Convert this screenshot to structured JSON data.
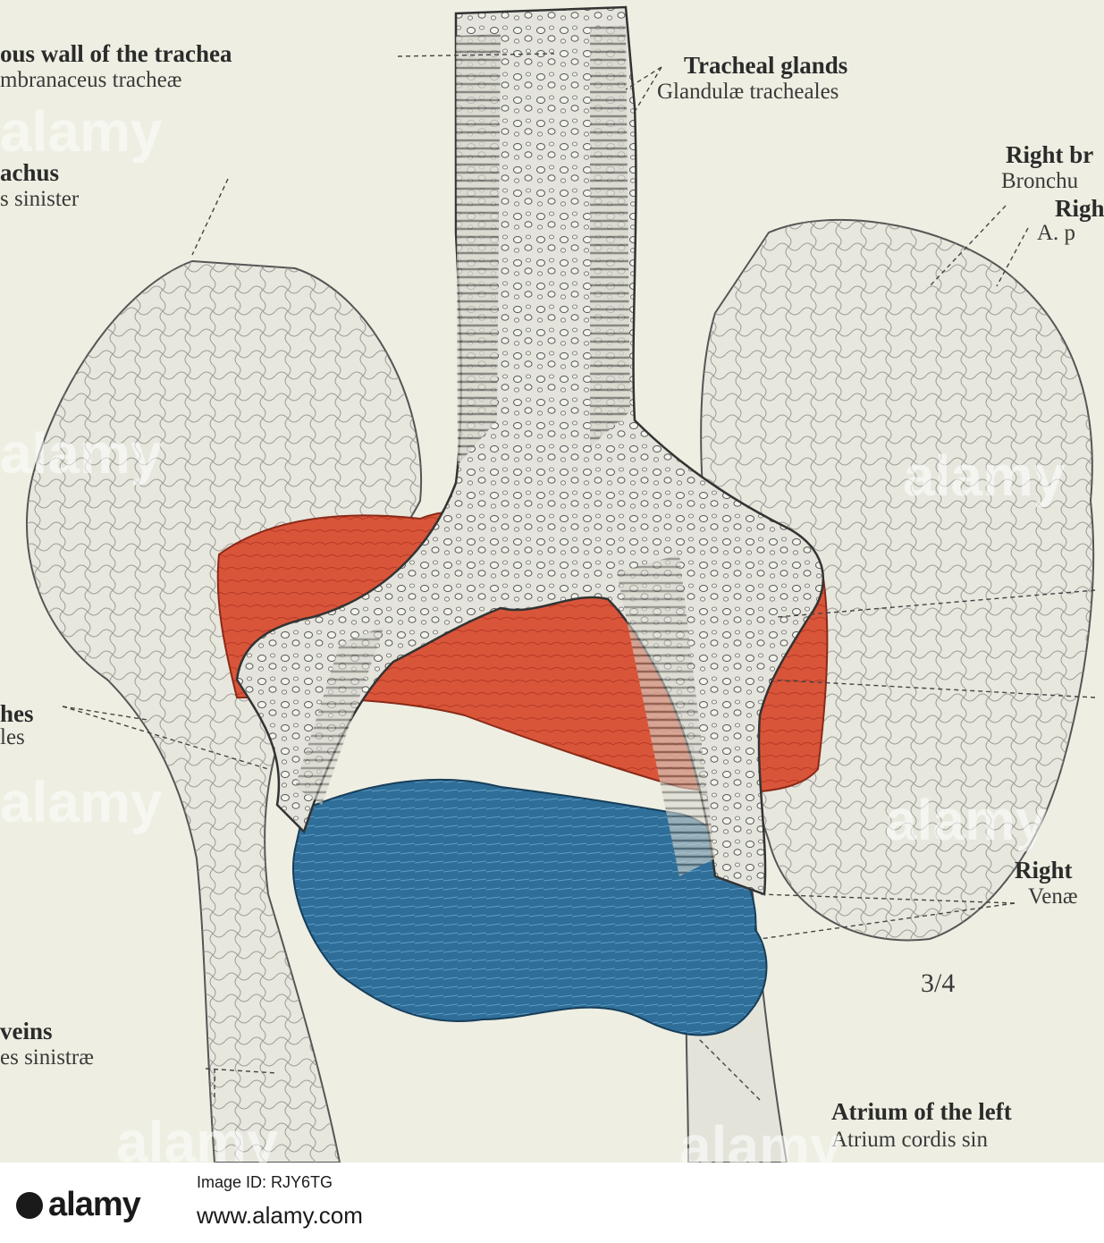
{
  "labels": {
    "tracheal_glands": "Tracheal glands",
    "tracheal_glands_latin": "Glandulæ tracheales",
    "membranous_wall": "ous wall of the trachea",
    "membranous_wall_latin": "mbranaceus tracheæ",
    "left_bronchus": "achus",
    "left_bronchus_latin": "s sinister",
    "right_bronchus": "Right br",
    "right_bronchus_latin": "Bronchu",
    "right_artery": "Righ",
    "right_artery_latin": "A. p",
    "branches": "hes",
    "branches_latin": "les",
    "right_veins": "Right",
    "right_veins_latin": "Venæ",
    "left_veins": "veins",
    "left_veins_latin": "es sinistræ",
    "atrium": "Atrium of the left",
    "atrium_latin": "Atrium cordis sin",
    "scale": "3/4"
  },
  "watermark": {
    "text": "alamy"
  },
  "footer": {
    "logo": "alamy",
    "image_id": "Image ID: RJY6TG",
    "url": "www.alamy.com"
  },
  "colors": {
    "background": "#eeeee2",
    "artery": "#d9553a",
    "vein": "#2f6e99",
    "ink": "#2b2b2b"
  }
}
